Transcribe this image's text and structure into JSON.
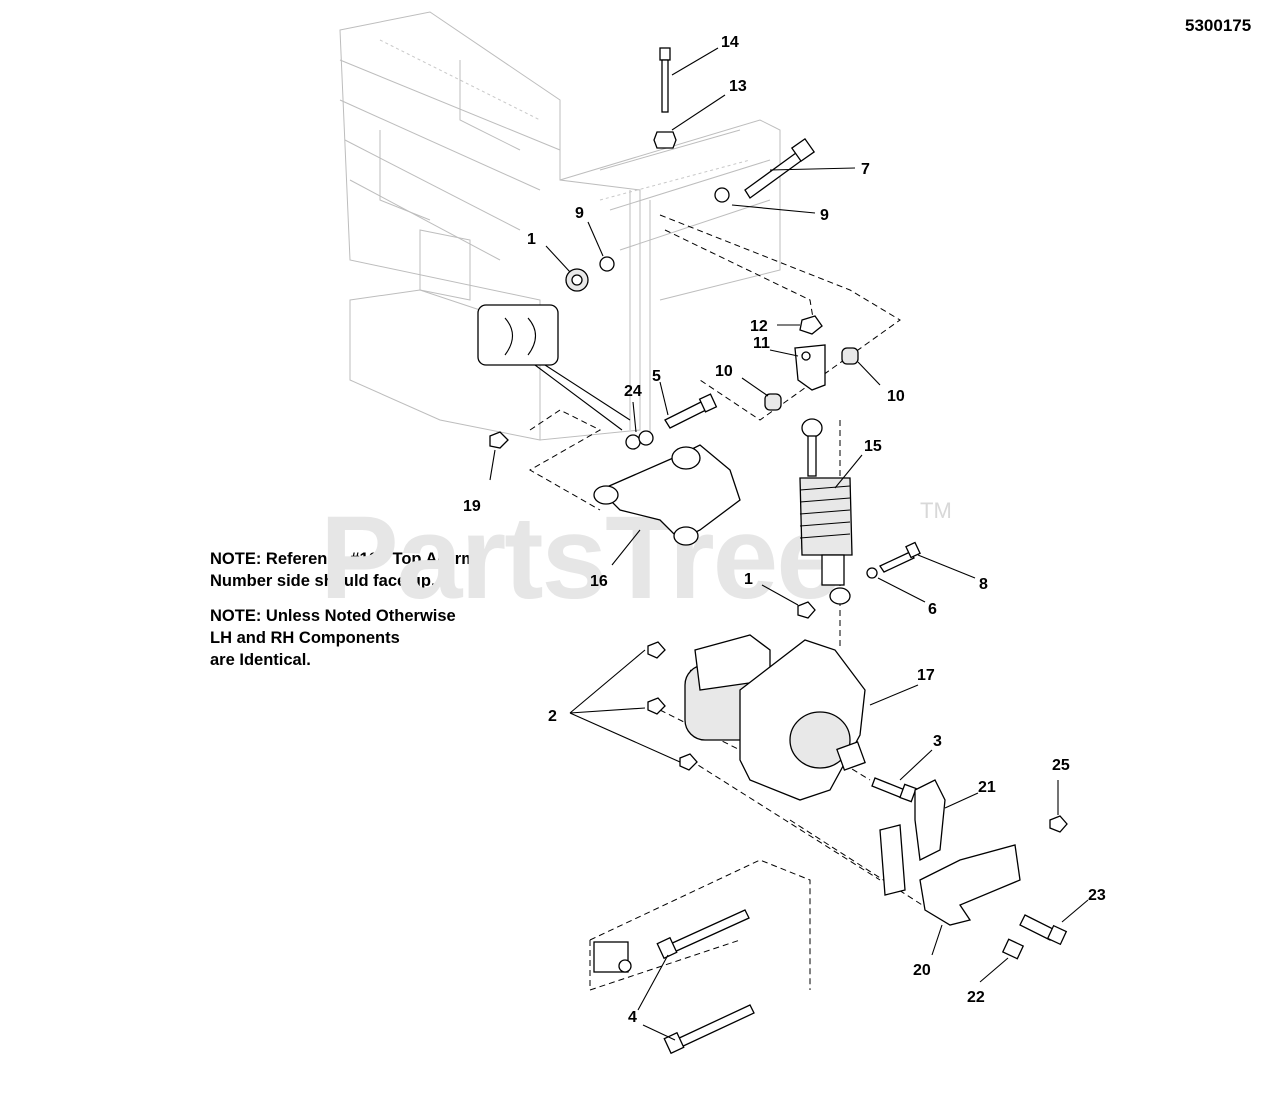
{
  "drawing_number": "5300175",
  "watermark": {
    "text": "PartsTree",
    "trademark": "TM"
  },
  "notes": [
    {
      "lines": [
        "NOTE:  Reference #16 - Top A-Arm",
        "Number side should face up."
      ]
    },
    {
      "lines": [
        "NOTE:  Unless Noted Otherwise",
        "LH and RH Components",
        "are Identical."
      ]
    }
  ],
  "callouts": [
    "14",
    "13",
    "7",
    "9",
    "9",
    "1",
    "12",
    "11",
    "10",
    "10",
    "5",
    "24",
    "19",
    "15",
    "16",
    "8",
    "1",
    "6",
    "17",
    "2",
    "3",
    "21",
    "25",
    "23",
    "20",
    "22",
    "4"
  ]
}
